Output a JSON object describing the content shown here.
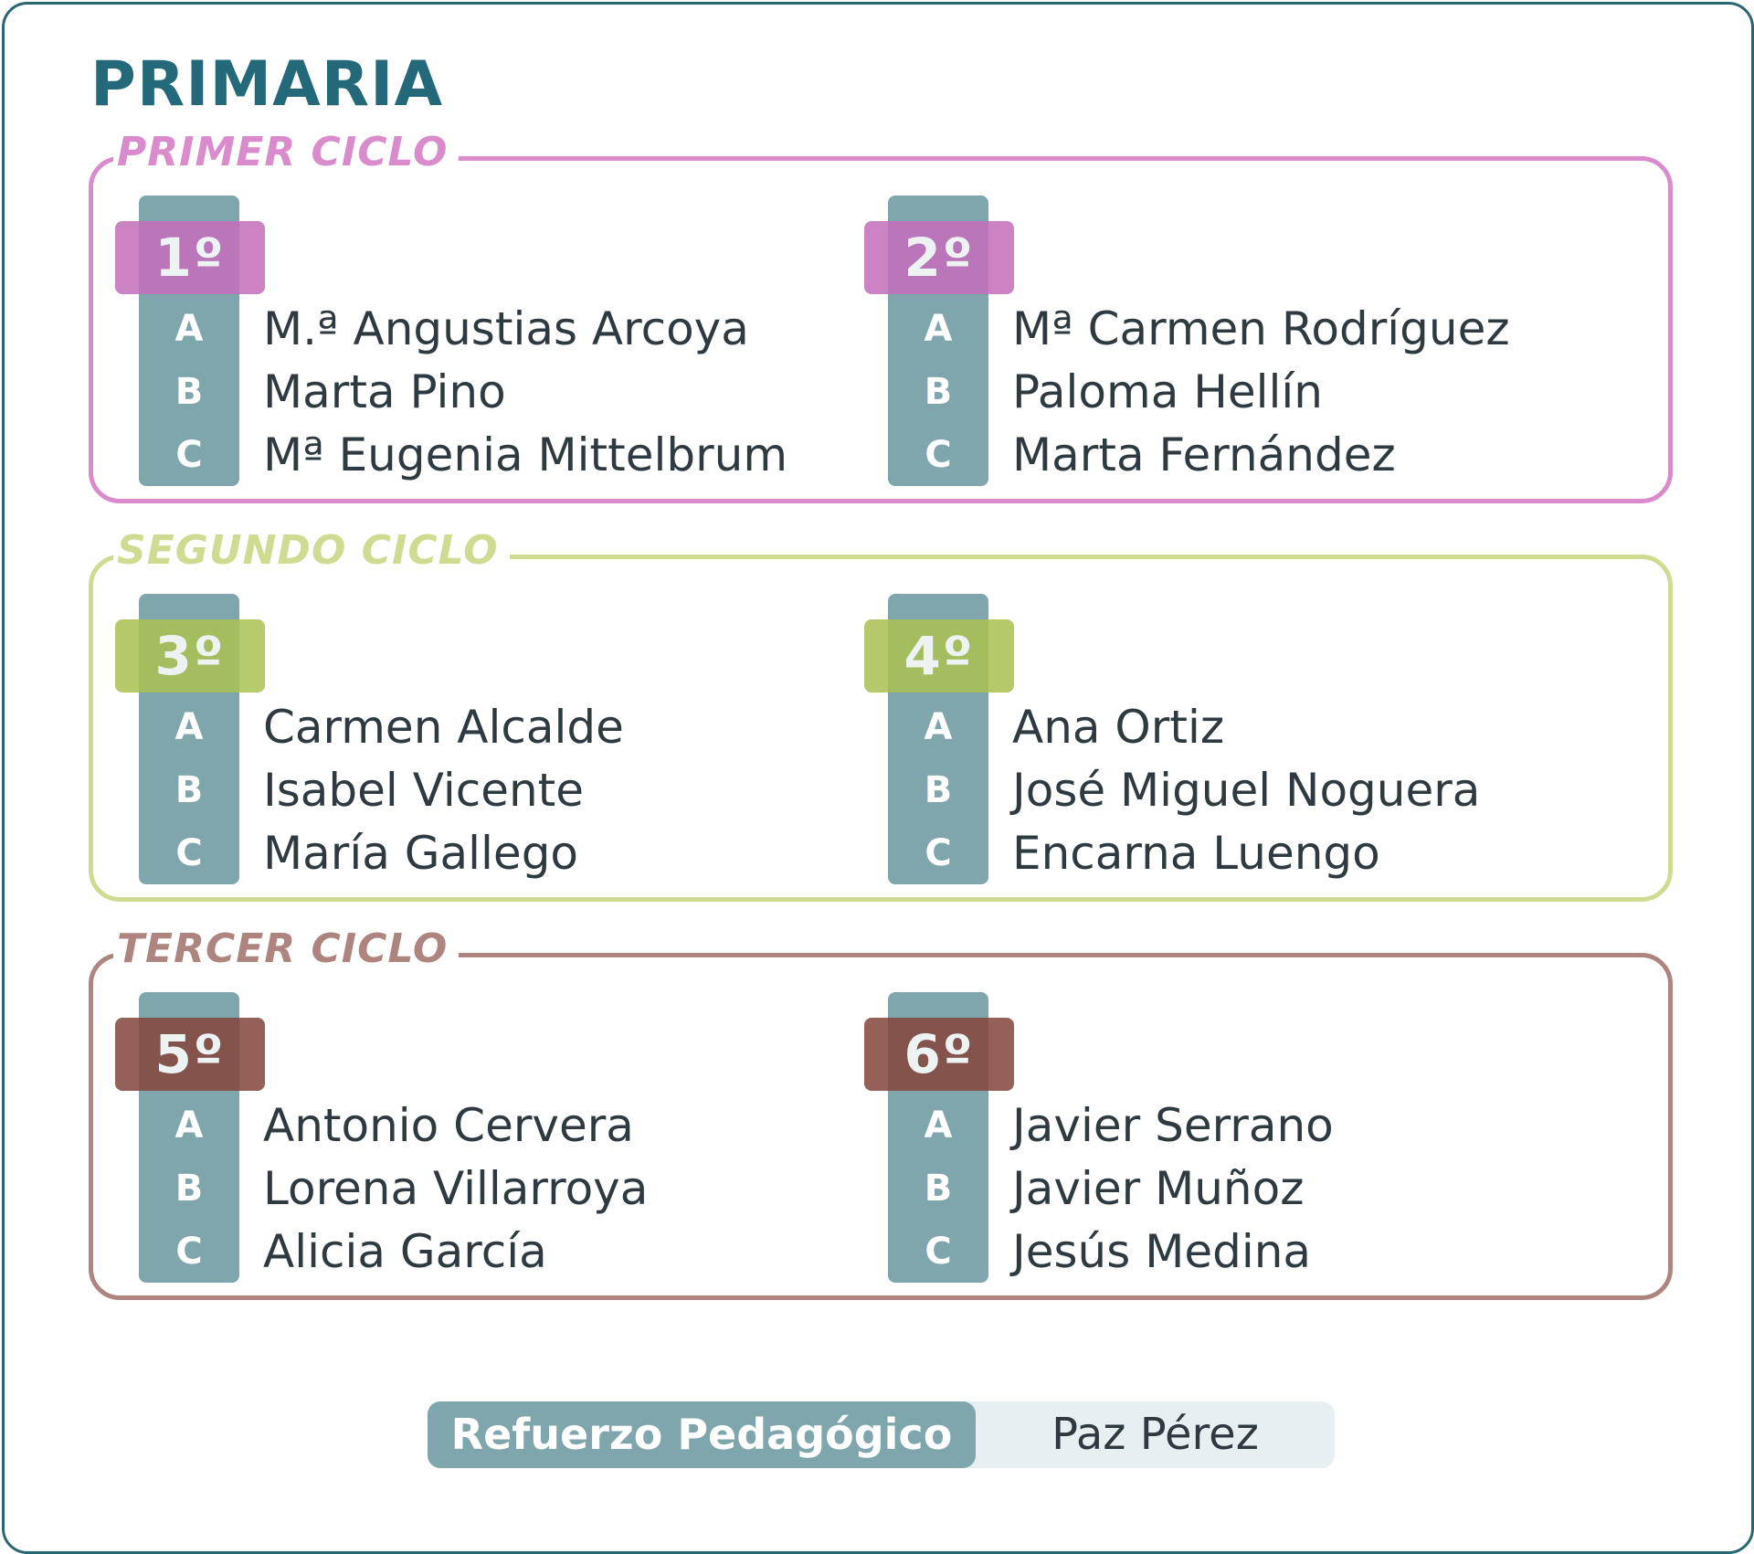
{
  "title": "PRIMARIA",
  "colors": {
    "border": "#2a6672",
    "title": "#24697a",
    "bar": "#7fa6ad",
    "footer_bg": "#e8eff0"
  },
  "cycles": [
    {
      "label": "PRIMER CICLO",
      "color": "#d98bcb",
      "grade_color": "#c46fba",
      "grades": [
        {
          "label": "1º",
          "groups": [
            {
              "letter": "A",
              "name": "M.ª Angustias Arcoya"
            },
            {
              "letter": "B",
              "name": "Marta Pino"
            },
            {
              "letter": "C",
              "name": "Mª Eugenia Mittelbrum"
            }
          ]
        },
        {
          "label": "2º",
          "groups": [
            {
              "letter": "A",
              "name": "Mª Carmen Rodríguez"
            },
            {
              "letter": "B",
              "name": "Paloma Hellín"
            },
            {
              "letter": "C",
              "name": "Marta Fernández"
            }
          ]
        }
      ]
    },
    {
      "label": "SEGUNDO CICLO",
      "color": "#cfdb91",
      "grade_color": "#a9c153",
      "grades": [
        {
          "label": "3º",
          "groups": [
            {
              "letter": "A",
              "name": "Carmen Alcalde"
            },
            {
              "letter": "B",
              "name": "Isabel Vicente"
            },
            {
              "letter": "C",
              "name": "María Gallego"
            }
          ]
        },
        {
          "label": "4º",
          "groups": [
            {
              "letter": "A",
              "name": "Ana Ortiz"
            },
            {
              "letter": "B",
              "name": "José Miguel Noguera"
            },
            {
              "letter": "C",
              "name": "Encarna Luengo"
            }
          ]
        }
      ]
    },
    {
      "label": "TERCER CICLO",
      "color": "#ad857e",
      "grade_color": "#84463d",
      "grades": [
        {
          "label": "5º",
          "groups": [
            {
              "letter": "A",
              "name": "Antonio Cervera"
            },
            {
              "letter": "B",
              "name": "Lorena Villarroya"
            },
            {
              "letter": "C",
              "name": "Alicia García"
            }
          ]
        },
        {
          "label": "6º",
          "groups": [
            {
              "letter": "A",
              "name": "Javier Serrano"
            },
            {
              "letter": "B",
              "name": "Javier Muñoz"
            },
            {
              "letter": "C",
              "name": "Jesús Medina"
            }
          ]
        }
      ]
    }
  ],
  "footer": {
    "label": "Refuerzo Pedagógico",
    "name": "Paz Pérez"
  }
}
